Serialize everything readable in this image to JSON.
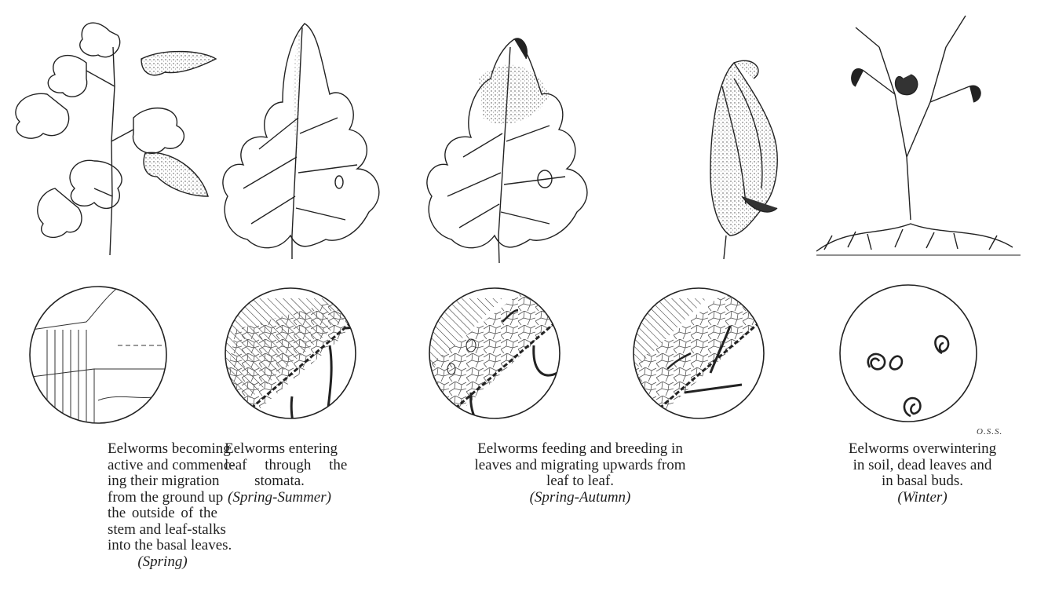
{
  "captions": [
    {
      "lines": [
        "Eelworms becoming",
        "active and commenc-",
        "ing their migration",
        "from the ground up",
        "the outside of the",
        "stem and leaf-stalks",
        "into the basal leaves."
      ],
      "season": "(Spring)"
    },
    {
      "lines": [
        "Eelworms entering",
        "leaf through the",
        "stomata."
      ],
      "season": "(Spring-Summer)"
    },
    {
      "lines": [
        "Eelworms feeding and breeding in",
        "leaves and migrating upwards from",
        "leaf to leaf."
      ],
      "season": "(Spring-Autumn)"
    },
    {
      "lines": [
        "Eelworms overwintering",
        "in soil, dead leaves and",
        "in basal buds."
      ],
      "season": "(Winter)"
    }
  ],
  "signature": "O.S.S."
}
